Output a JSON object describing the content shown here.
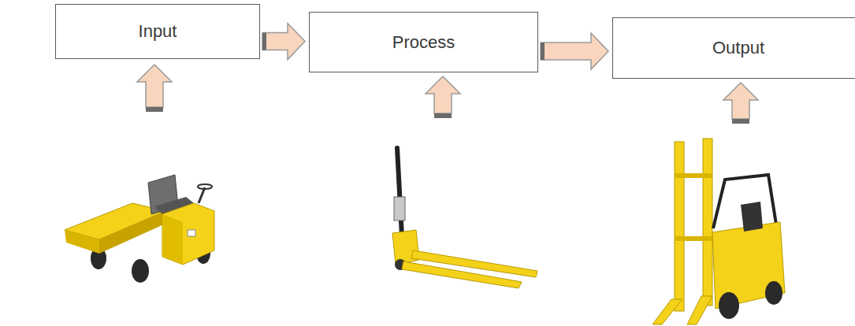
{
  "diagram": {
    "nodes": [
      {
        "text": [
          "Input"
        ]
      },
      {
        "text": [
          "Process"
        ]
      },
      {
        "text": [
          "Output"
        ]
      }
    ],
    "edges": [
      {
        "from": 0,
        "to": 1,
        "arrow": "to"
      },
      {
        "from": 1,
        "to": 2,
        "arrow": "to"
      }
    ]
  }
}
